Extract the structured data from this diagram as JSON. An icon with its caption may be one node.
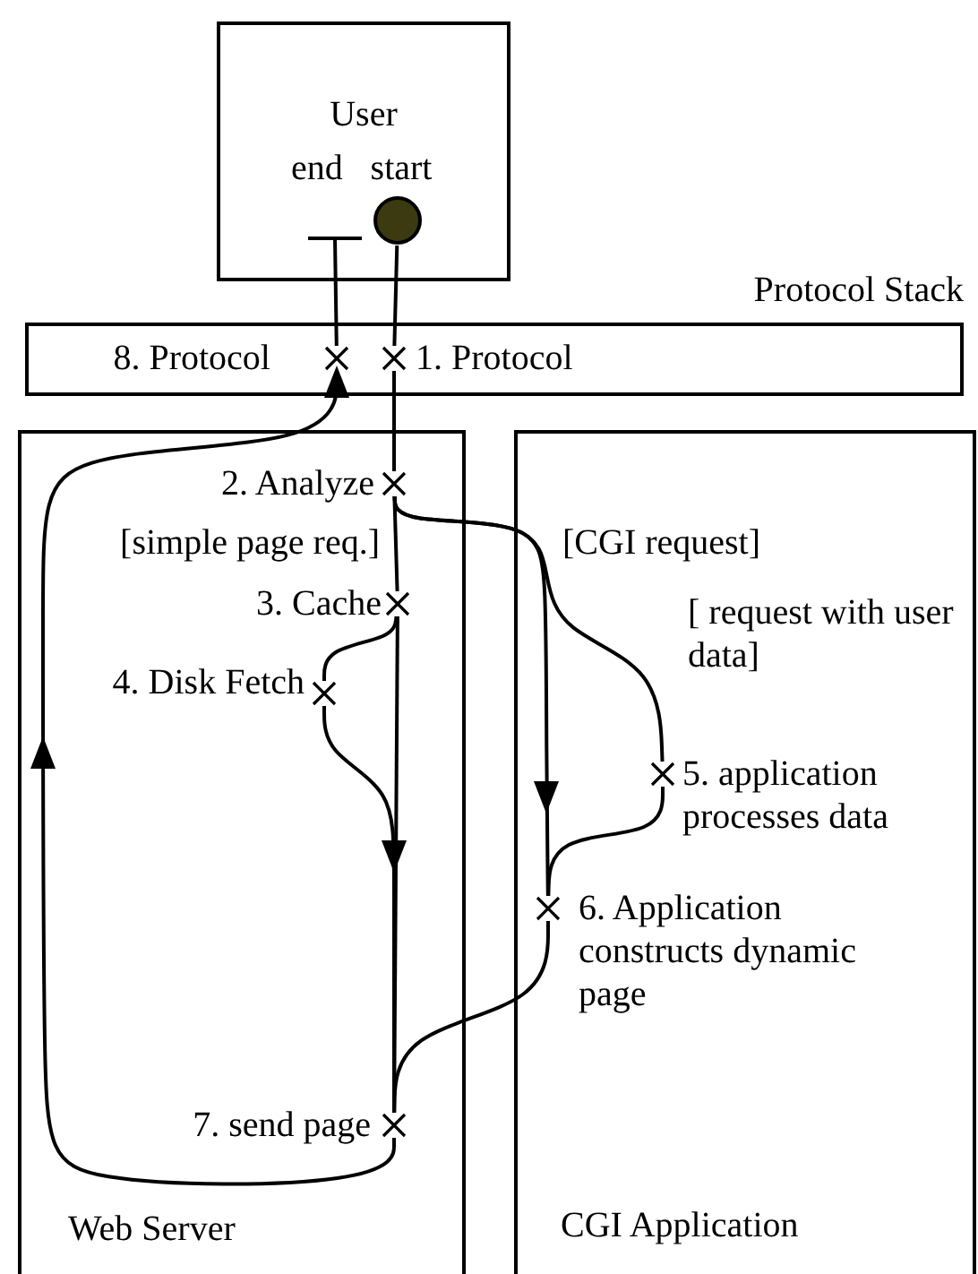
{
  "diagram": {
    "nodes": [
      {
        "text": [
          "User"
        ]
      },
      {
        "text": [
          "end"
        ],
        "in": 0
      },
      {
        "text": [
          "start"
        ],
        "in": 0
      },
      {
        "text": [
          "Protocol Stack"
        ]
      },
      {
        "text": [
          "8. Protocol"
        ],
        "in": 3
      },
      {
        "text": [
          "1. Protocol"
        ],
        "in": 3
      },
      {
        "text": [
          "Web Server"
        ]
      },
      {
        "text": [
          "CGI Application"
        ]
      },
      {
        "text": [
          "2. Analyze"
        ],
        "in": 6
      },
      {
        "text": [
          "3. Cache"
        ],
        "in": 6
      },
      {
        "text": [
          "4. Disk Fetch"
        ],
        "in": 6
      },
      {
        "text": [
          "5. application processes data"
        ],
        "in": 7
      },
      {
        "text": [
          "6. Application constructs dynamic page"
        ],
        "in": 7
      },
      {
        "text": [
          "7. send page"
        ],
        "in": 6
      }
    ],
    "edges": [
      {
        "from": 2,
        "to": 5,
        "arrow": "none"
      },
      {
        "from": 5,
        "to": 8,
        "arrow": "none"
      },
      {
        "from": 8,
        "to": 9,
        "arrow": "none",
        "label": "[simple page req.]"
      },
      {
        "from": 9,
        "to": 13,
        "arrow": "to"
      },
      {
        "from": 9,
        "to": 10,
        "arrow": "none"
      },
      {
        "from": 10,
        "to": 13,
        "arrow": "none"
      },
      {
        "from": 8,
        "to": 12,
        "arrow": "to",
        "label": "[CGI request]"
      },
      {
        "from": 8,
        "to": 11,
        "arrow": "none",
        "label": "[ request with user data]"
      },
      {
        "from": 11,
        "to": 12,
        "arrow": "none"
      },
      {
        "from": 12,
        "to": 13,
        "arrow": "none"
      },
      {
        "from": 13,
        "to": 4,
        "arrow": "to"
      },
      {
        "from": 4,
        "to": 1,
        "arrow": "none"
      }
    ]
  }
}
